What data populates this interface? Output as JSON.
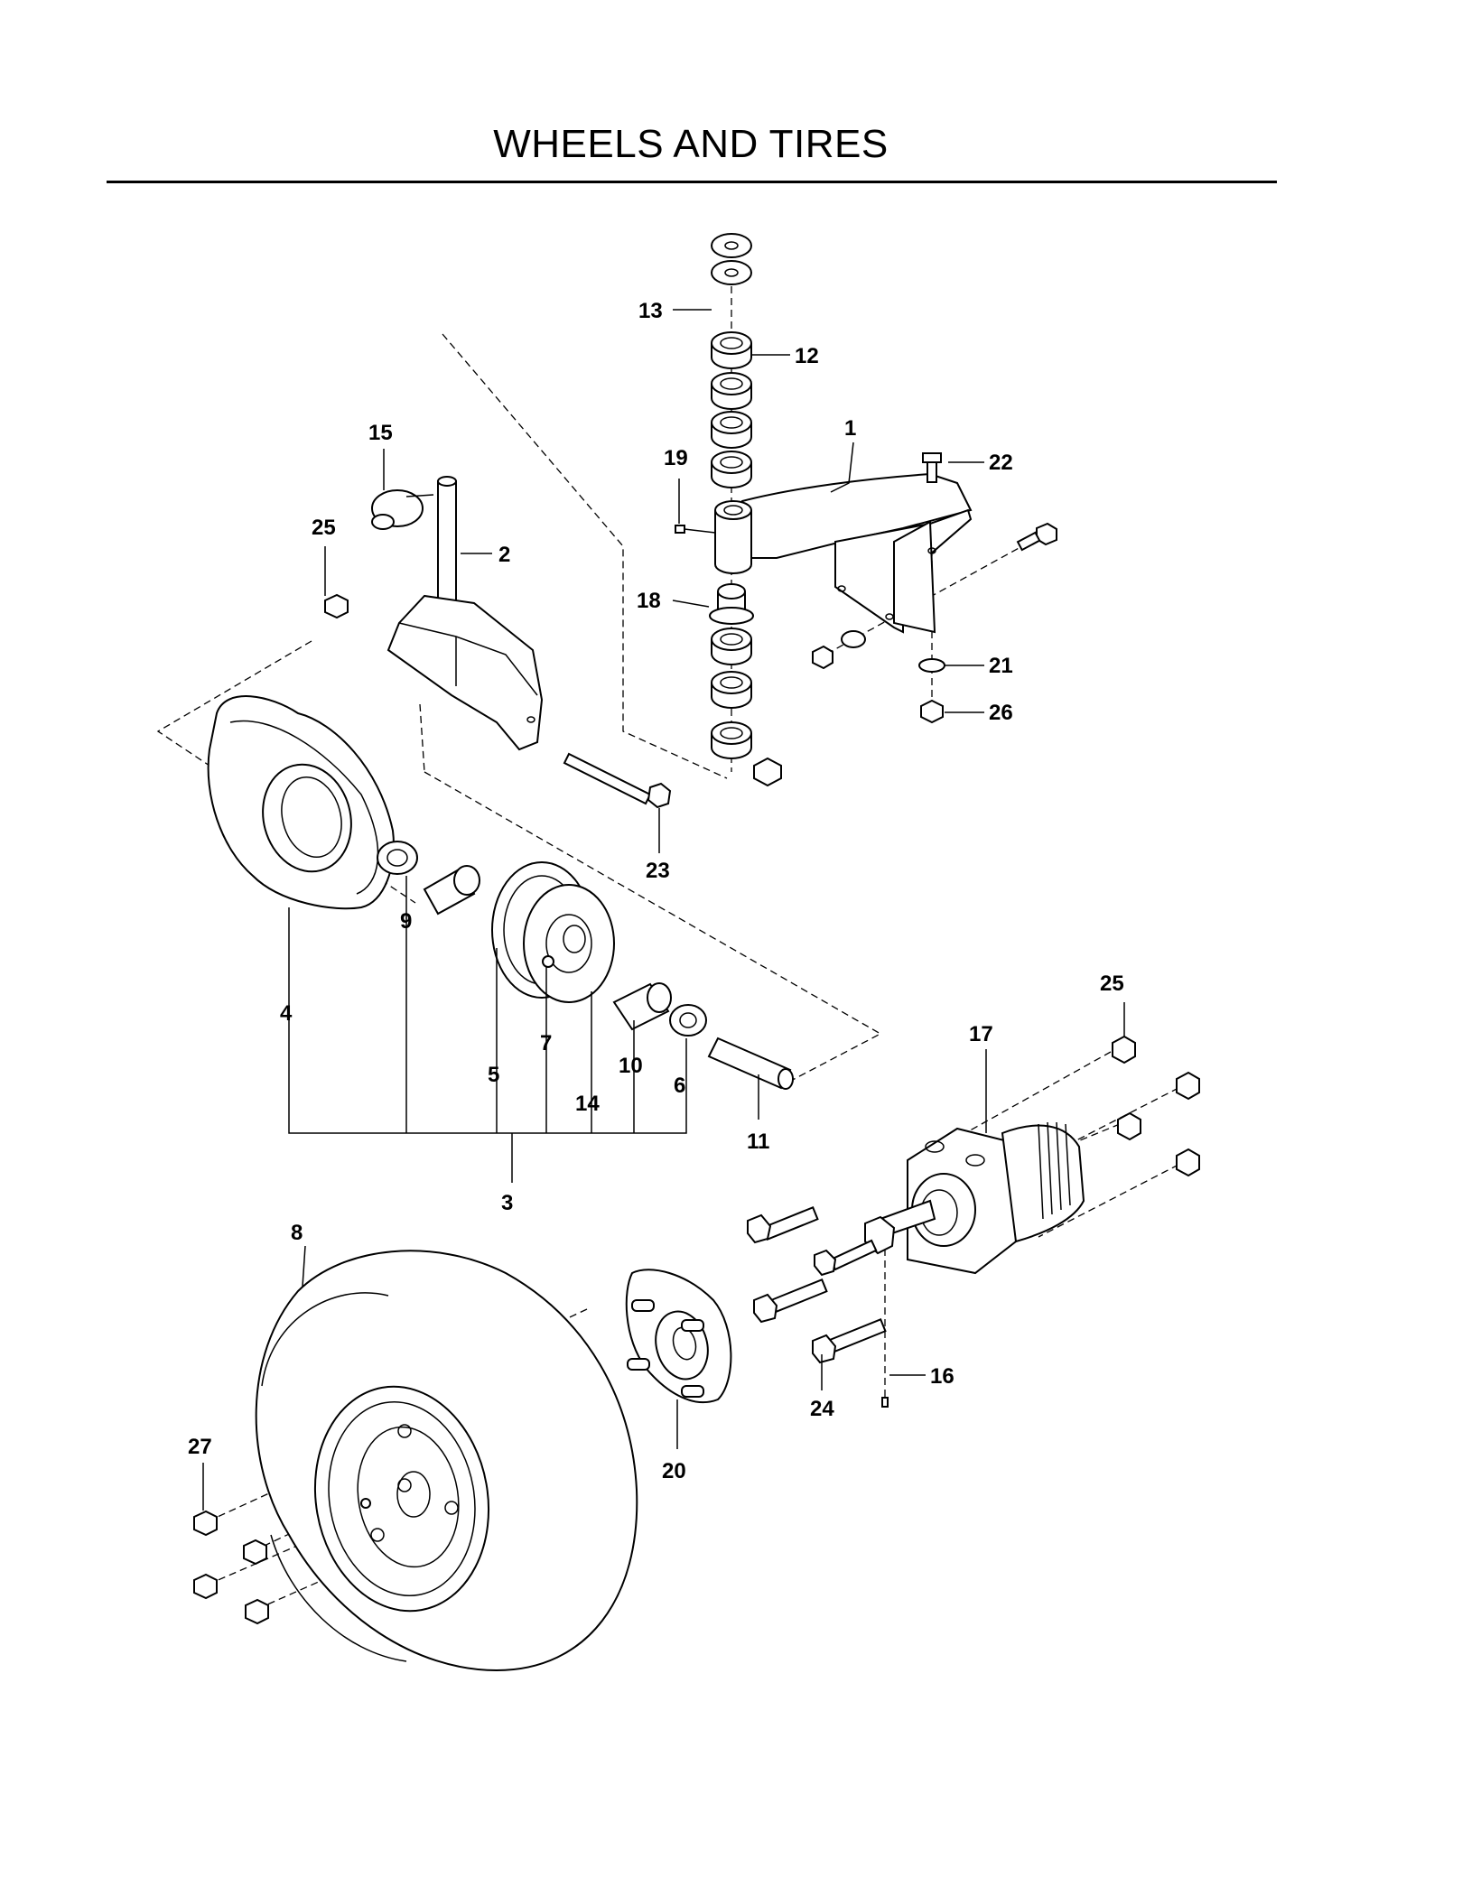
{
  "title": "WHEELS AND TIRES",
  "callouts": [
    {
      "id": "c1",
      "label": "1"
    },
    {
      "id": "c2",
      "label": "2"
    },
    {
      "id": "c3",
      "label": "3"
    },
    {
      "id": "c4",
      "label": "4"
    },
    {
      "id": "c5",
      "label": "5"
    },
    {
      "id": "c6",
      "label": "6"
    },
    {
      "id": "c7",
      "label": "7"
    },
    {
      "id": "c8",
      "label": "8"
    },
    {
      "id": "c9",
      "label": "9"
    },
    {
      "id": "c10",
      "label": "10"
    },
    {
      "id": "c11",
      "label": "11"
    },
    {
      "id": "c12",
      "label": "12"
    },
    {
      "id": "c13",
      "label": "13"
    },
    {
      "id": "c14",
      "label": "14"
    },
    {
      "id": "c15",
      "label": "15"
    },
    {
      "id": "c16",
      "label": "16"
    },
    {
      "id": "c17",
      "label": "17"
    },
    {
      "id": "c18",
      "label": "18"
    },
    {
      "id": "c19",
      "label": "19"
    },
    {
      "id": "c20",
      "label": "20"
    },
    {
      "id": "c21",
      "label": "21"
    },
    {
      "id": "c22",
      "label": "22"
    },
    {
      "id": "c23",
      "label": "23"
    },
    {
      "id": "c24",
      "label": "24"
    },
    {
      "id": "c25a",
      "label": "25"
    },
    {
      "id": "c25b",
      "label": "25"
    },
    {
      "id": "c26",
      "label": "26"
    },
    {
      "id": "c27",
      "label": "27"
    }
  ]
}
